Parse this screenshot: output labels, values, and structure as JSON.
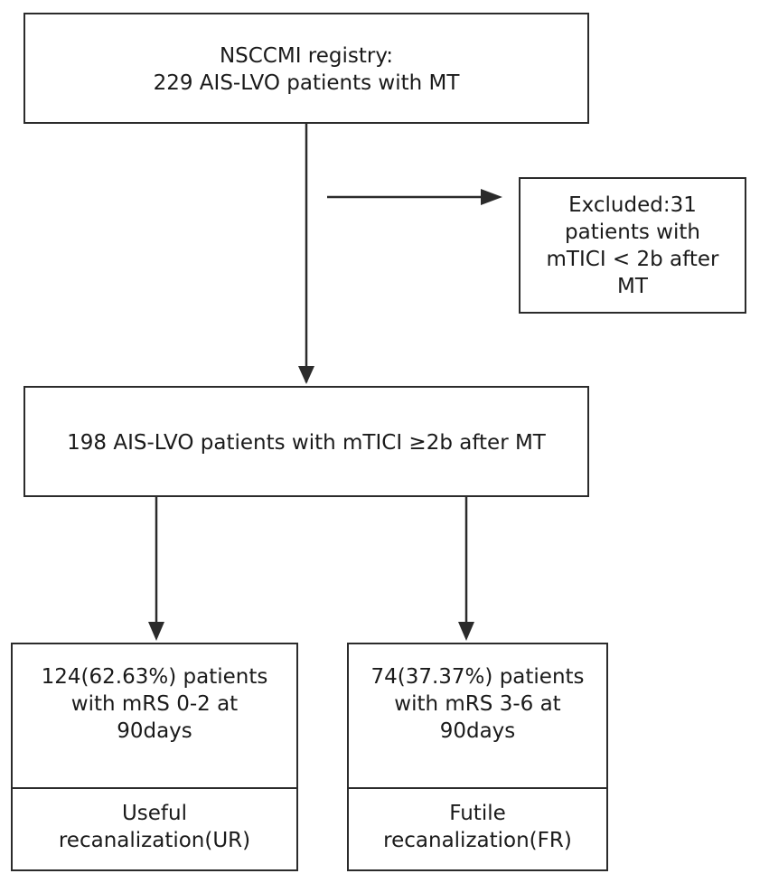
{
  "registry_box": {
    "line1": "NSCCMI registry:",
    "line2": "229 AIS-LVO patients with MT"
  },
  "excluded_box": {
    "line1": "Excluded:31",
    "line2": "patients with",
    "line3": "mTICI < 2b after",
    "line4": "MT"
  },
  "included_box": {
    "text": "198 AIS-LVO patients with mTICI ≥2b after MT"
  },
  "ur_box": {
    "line1": "124(62.63%) patients",
    "line2": "with mRS 0-2 at",
    "line3": "90days",
    "label_line1": "Useful",
    "label_line2": "recanalization(UR)"
  },
  "fr_box": {
    "line1": "74(37.37%) patients",
    "line2": "with mRS 3-6 at",
    "line3": "90days",
    "label_line1": "Futile",
    "label_line2": "recanalization(FR)"
  },
  "colors": {
    "line": "#2b2b2b",
    "text": "#1a1a1a"
  }
}
